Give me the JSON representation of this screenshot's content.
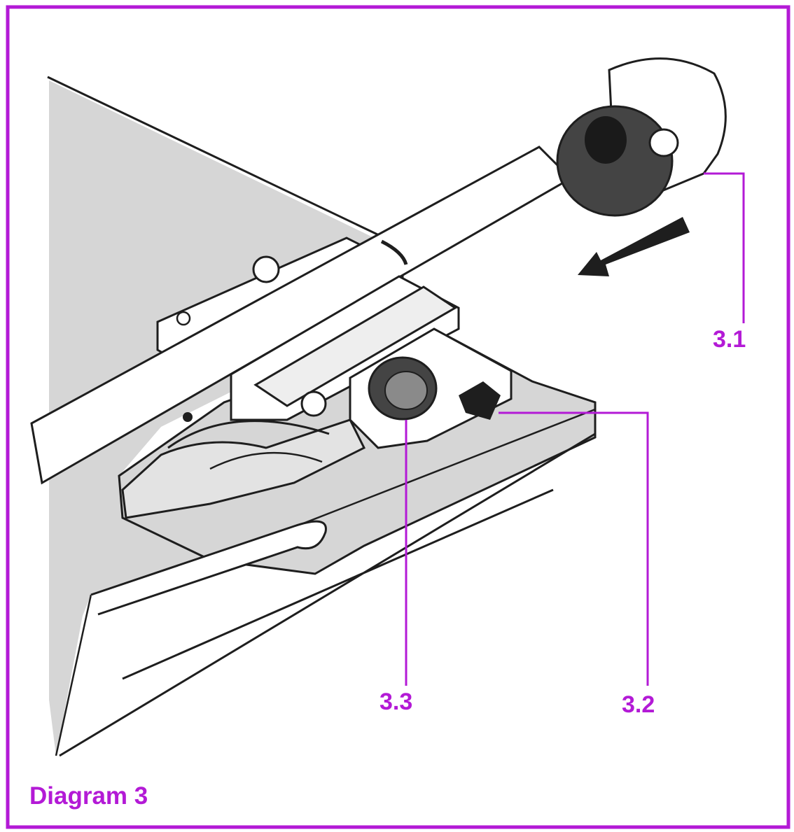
{
  "caption": "Diagram 3",
  "callouts": {
    "c31": "3.1",
    "c32": "3.2",
    "c33": "3.3"
  },
  "colors": {
    "accent": "#b31ad6",
    "ink": "#1e1e1e",
    "shade": "#d6d6d6",
    "dark": "#444444"
  }
}
